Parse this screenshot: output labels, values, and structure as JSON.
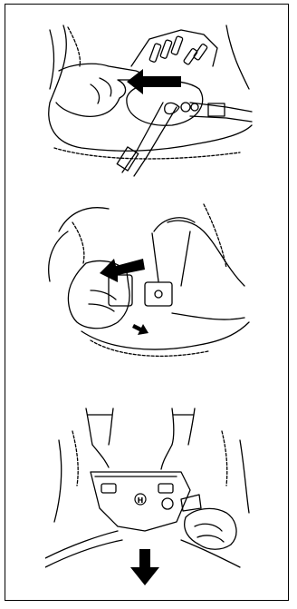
{
  "figure": {
    "panels": [
      {
        "id": "1",
        "description_icons": [
          "hand-icon",
          "hook-icon",
          "arrow-left-icon"
        ]
      },
      {
        "id": "2",
        "description_icons": [
          "hand-icon",
          "quick-release-buckle-icon",
          "arrow-left-icon",
          "arrow-down-small-icon"
        ]
      },
      {
        "id": "3",
        "description_icons": [
          "harness-plate-icon",
          "hand-icon",
          "arrow-down-icon"
        ]
      }
    ],
    "stroke_color": "#000000",
    "background_color": "#ffffff",
    "husqvarna_logo_mark": "H"
  }
}
